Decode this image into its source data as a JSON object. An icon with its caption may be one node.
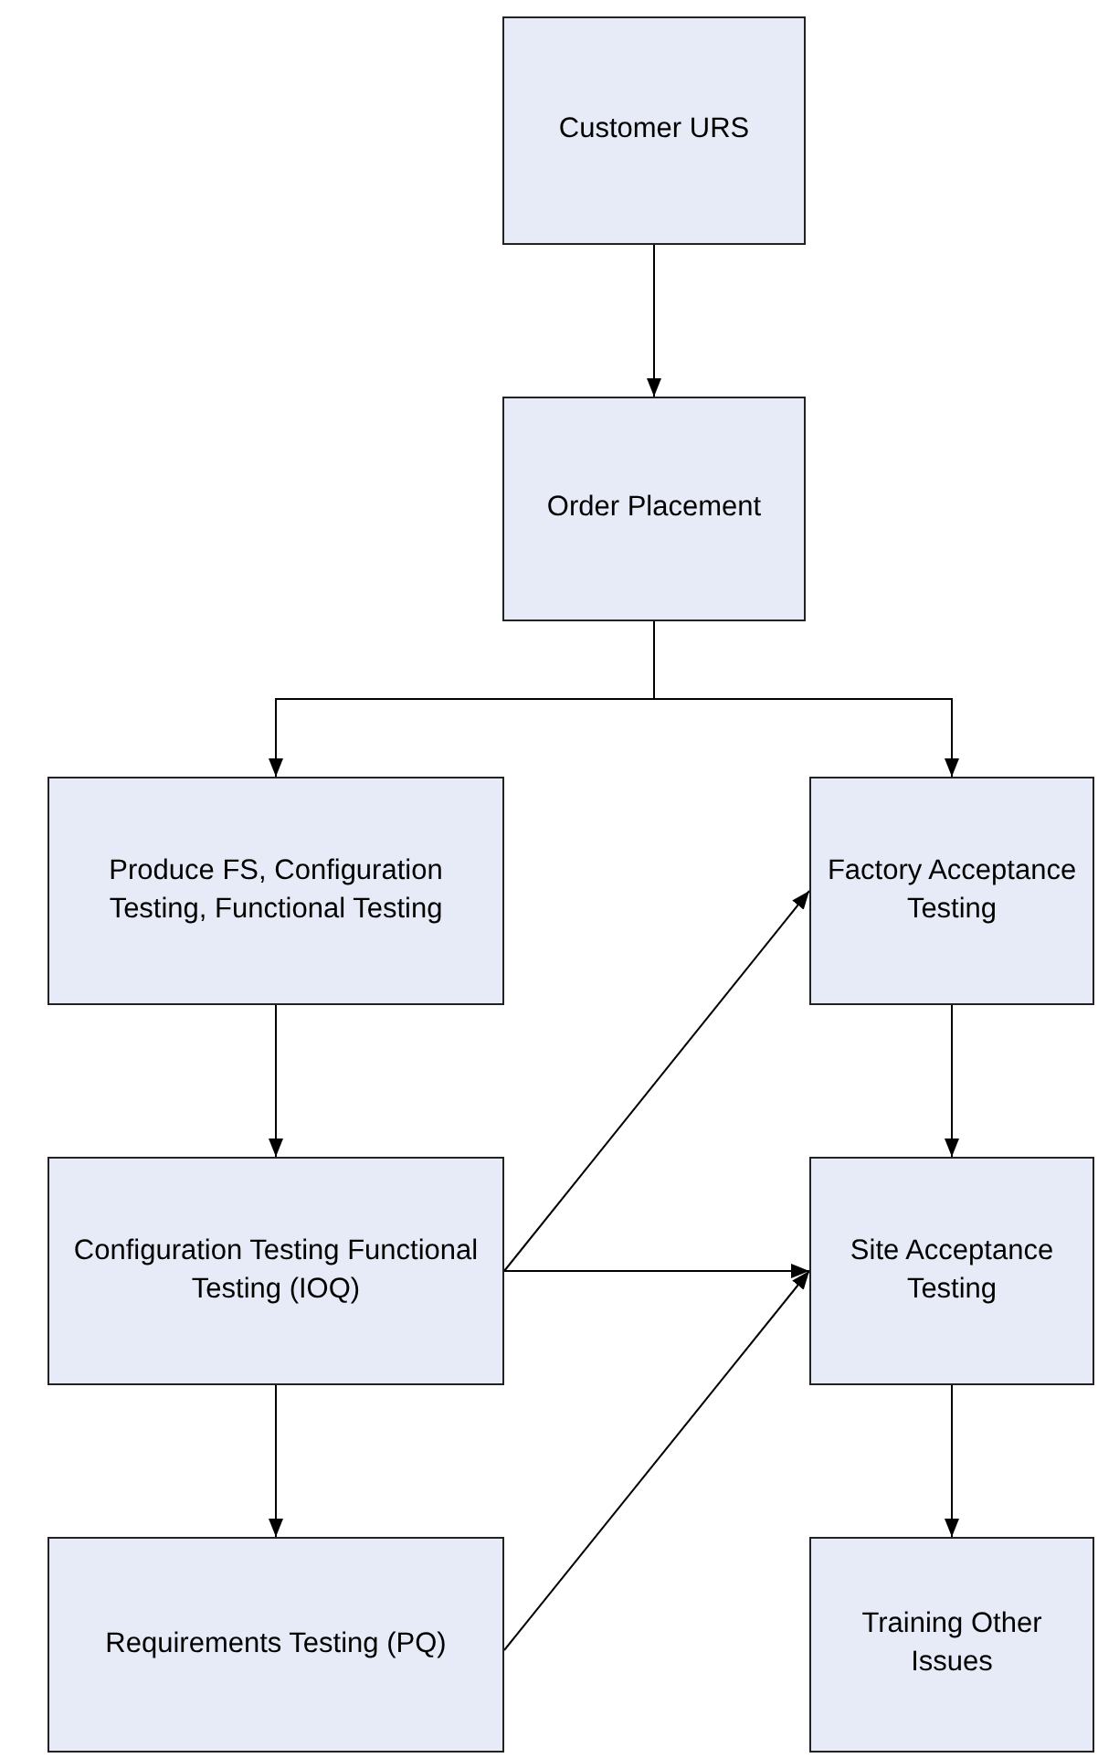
{
  "diagram": {
    "nodes": [
      {
        "text": [
          "Customer URS"
        ]
      },
      {
        "text": [
          "Order Placement"
        ]
      },
      {
        "text": [
          "Produce FS, Configuration Testing, Functional Testing"
        ]
      },
      {
        "text": [
          "Factory Acceptance Testing"
        ]
      },
      {
        "text": [
          "Configuration Testing Functional Testing (IOQ)"
        ]
      },
      {
        "text": [
          "Site Acceptance Testing"
        ]
      },
      {
        "text": [
          "Requirements Testing (PQ)"
        ]
      },
      {
        "text": [
          "Training Other Issues"
        ]
      }
    ],
    "edges": [
      {
        "from": 0,
        "to": 1,
        "arrow": "to"
      },
      {
        "from": 1,
        "to": 2,
        "arrow": "to"
      },
      {
        "from": 1,
        "to": 3,
        "arrow": "to"
      },
      {
        "from": 2,
        "to": 4,
        "arrow": "to"
      },
      {
        "from": 4,
        "to": 3,
        "arrow": "to"
      },
      {
        "from": 4,
        "to": 5,
        "arrow": "to"
      },
      {
        "from": 3,
        "to": 5,
        "arrow": "to"
      },
      {
        "from": 4,
        "to": 6,
        "arrow": "to"
      },
      {
        "from": 6,
        "to": 5,
        "arrow": "to"
      },
      {
        "from": 5,
        "to": 7,
        "arrow": "to"
      }
    ]
  }
}
